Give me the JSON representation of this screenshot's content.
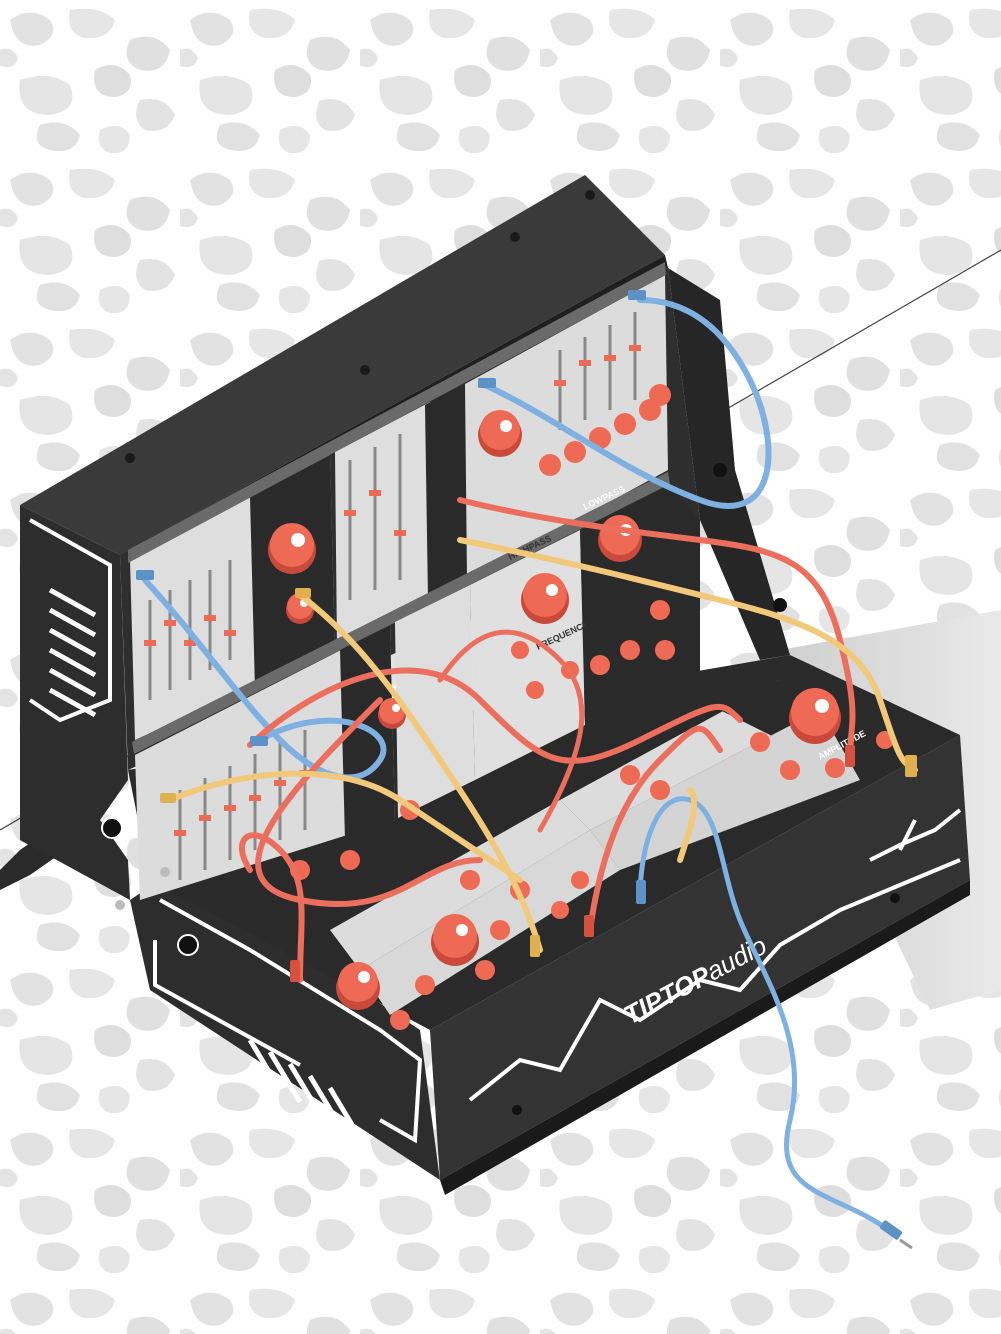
{
  "brand": {
    "name": "TIPTOP",
    "suffix": "audio"
  },
  "panel_labels": {
    "lowpass": "LOWPASS",
    "frequency": "FREQUENCY",
    "highpass": "HIGHPASS",
    "amplitude": "AMPLITUDE"
  },
  "colors": {
    "background": "#ffffff",
    "camo": "#e4e4e4",
    "case": "#3a3a3a",
    "case_dark": "#242424",
    "case_edge": "#1a1a1a",
    "rail": "#5a5a5a",
    "panel_light": "#dcdcdc",
    "panel_dark": "#2a2a2a",
    "knob": "#ef6a55",
    "knob_dark": "#c9493a",
    "cable_blue": "#7fb0e2",
    "cable_red": "#ec6f5e",
    "cable_yellow": "#f2c97a",
    "white_line": "#ffffff"
  }
}
